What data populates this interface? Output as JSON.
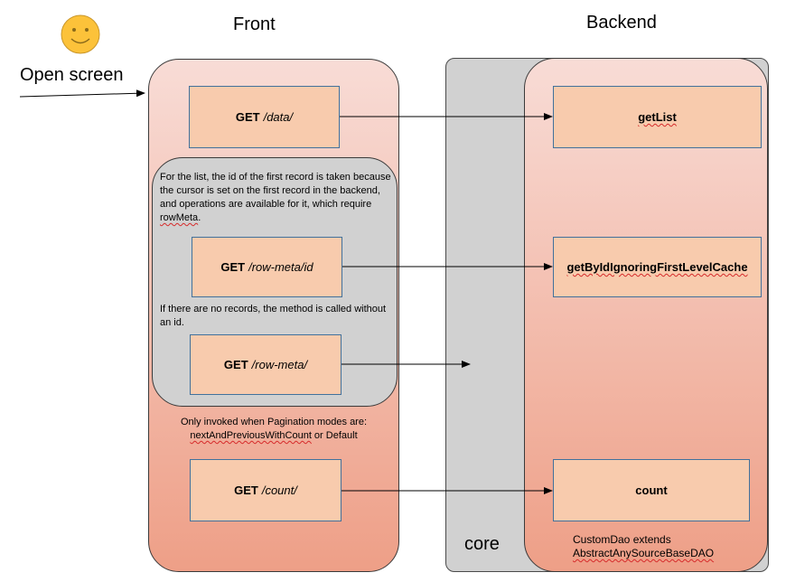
{
  "headings": {
    "front": "Front",
    "backend": "Backend"
  },
  "open_screen": "Open screen",
  "requests": [
    {
      "method": "GET",
      "path": "/data/"
    },
    {
      "method": "GET",
      "path": "/row-meta/id"
    },
    {
      "method": "GET",
      "path": "/row-meta/"
    },
    {
      "method": "GET",
      "path": "/count/"
    }
  ],
  "backend_methods": [
    "getList",
    "getByIdIgnoringFirstLevelCache",
    "count"
  ],
  "notes": {
    "first_record": "For the list, the id of the first record is taken because the cursor is set on the first record in the backend, and operations are available for it, which require",
    "first_record_term": "rowMeta",
    "no_records": "If there are no records, the method is called without an id.",
    "pagination_line1": "Only invoked when Pagination modes are:",
    "pagination_mode": "nextAndPreviousWithCount",
    "pagination_or": " or Default"
  },
  "core_label": "core",
  "dao_note": {
    "line1": "CustomDao extends",
    "line2": "AbstractAnySourceBaseDAO"
  },
  "colors": {
    "panel_gradient_top": "#f8dcd6",
    "panel_gradient_bottom": "#ee9f87",
    "box_fill": "#f8cbad",
    "box_border": "#41719c",
    "group_fill": "#d1d1d1",
    "smiley": "#fcc23a"
  },
  "icons": {
    "user": "smiley-face-icon"
  }
}
